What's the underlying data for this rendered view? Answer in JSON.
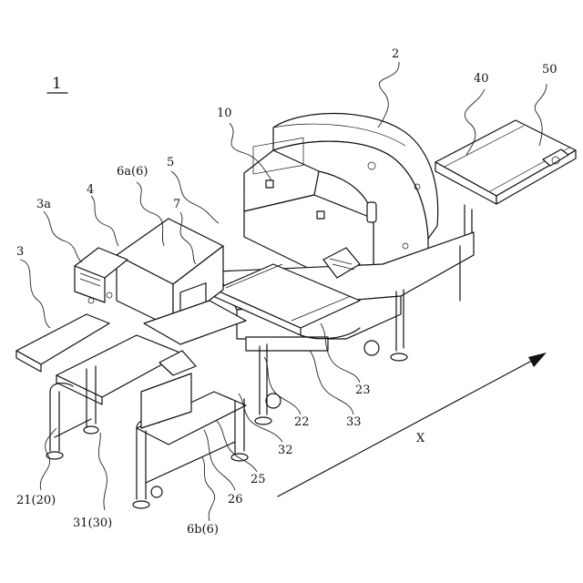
{
  "figure": {
    "main_label": "1",
    "direction_label": "X",
    "callouts": {
      "c2": "2",
      "c40": "40",
      "c50": "50",
      "c10": "10",
      "c6a": "6a(6)",
      "c5": "5",
      "c4": "4",
      "c3a": "3a",
      "c7": "7",
      "c3": "3",
      "c23": "23",
      "c33": "33",
      "c22": "22",
      "c32": "32",
      "c25": "25",
      "c26": "26",
      "c21": "21(20)",
      "c31": "31(30)",
      "c6b": "6b(6)"
    }
  }
}
